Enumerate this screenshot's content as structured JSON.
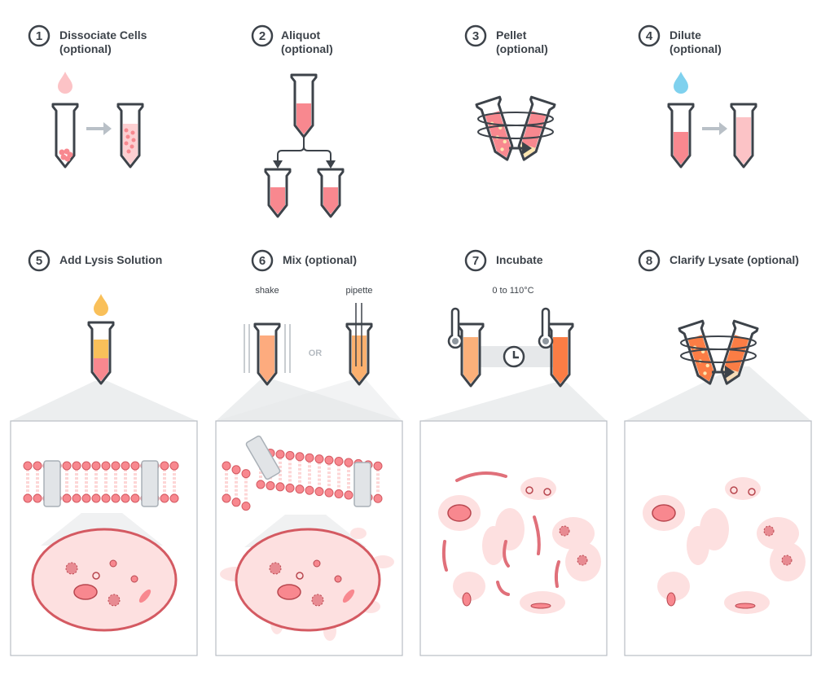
{
  "steps": [
    {
      "number": "1",
      "title": "Dissociate Cells",
      "subtitle": "(optional)"
    },
    {
      "number": "2",
      "title": "Aliquot",
      "subtitle": "(optional)"
    },
    {
      "number": "3",
      "title": "Pellet",
      "subtitle": "(optional)"
    },
    {
      "number": "4",
      "title": "Dilute",
      "subtitle": "(optional)"
    },
    {
      "number": "5",
      "title": "Add Lysis Solution"
    },
    {
      "number": "6",
      "title": "Mix (optional)"
    },
    {
      "number": "7",
      "title": "Incubate"
    },
    {
      "number": "8",
      "title": "Clarify Lysate (optional)"
    }
  ],
  "mix": {
    "shake_label": "shake",
    "or_label": "OR",
    "pipette_label": "pipette"
  },
  "incubate": {
    "temperature_label": "0 to 110°C"
  },
  "colors": {
    "outline": "#3d434a",
    "pink": "#f8888f",
    "light_pink": "#fde0e0",
    "yellow": "#f9c05a",
    "orange": "#fb7d45",
    "blue": "#7fd1ee",
    "gray": "#e6e8ea"
  }
}
